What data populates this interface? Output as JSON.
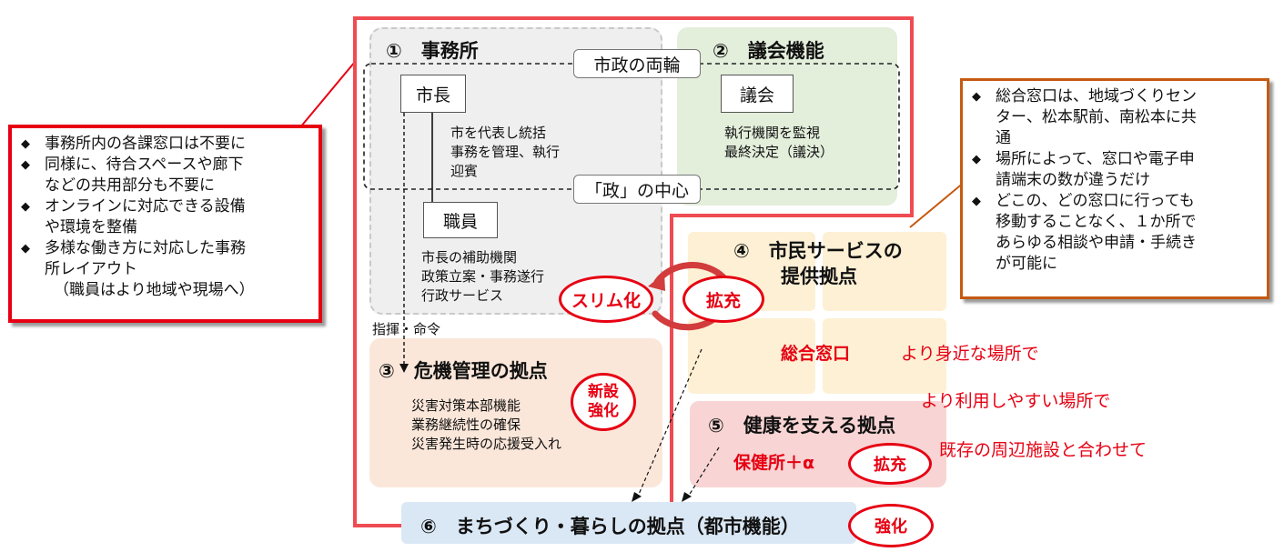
{
  "left_note": {
    "items": [
      {
        "marker": "◆",
        "text": "事務所内の各課窓口は不要に"
      },
      {
        "marker": "◆",
        "text": "同様に、待合スペースや廊下などの共用部分も不要に"
      },
      {
        "marker": "◆",
        "text": "オンラインに対応できる設備や環境を整備"
      },
      {
        "marker": "◆",
        "text": "多様な働き方に対応した事務所レイアウト"
      }
    ],
    "item_lines": [
      [
        "事務所内の各課窓口は不要に"
      ],
      [
        "同様に、待合スペースや廊下",
        "などの共用部分も不要に"
      ],
      [
        "オンラインに対応できる設備",
        "や環境を整備"
      ],
      [
        "多様な働き方に対応した事務",
        "所レイアウト"
      ]
    ],
    "footnote": "（職員はより地域や現場へ）"
  },
  "right_note": {
    "items": [
      {
        "marker": "◆",
        "text": "総合窓口は、地域づくりセンター、松本駅前、南松本に共通"
      },
      {
        "marker": "◆",
        "text": "場所によって、窓口や電子申請端末の数が違うだけ"
      },
      {
        "marker": "◆",
        "text": "どこの、どの窓口に行っても移動することなく、１か所であらゆる相談や申請・手続きが可能に"
      }
    ],
    "item_lines": [
      [
        "総合窓口は、地域づくりセン",
        "ター、松本駅前、南松本に共",
        "通"
      ],
      [
        "場所によって、窓口や電子申",
        "請端末の数が違うだけ"
      ],
      [
        "どこの、どの窓口に行っても",
        "移動することなく、１か所で",
        "あらゆる相談や申請・手続き",
        "が可能に"
      ]
    ]
  },
  "office": {
    "title": "①　事務所",
    "mayor": "市長",
    "mayor_desc": [
      "市を代表し統括",
      "事務を管理、執行",
      "迎賓"
    ],
    "staff": "職員",
    "staff_desc": [
      "市長の補助機関",
      "政策立案・事務遂行",
      "行政サービス"
    ]
  },
  "council": {
    "title": "②　議会機能",
    "box": "議会",
    "desc": [
      "執行機関を監視",
      "最終決定（議決）"
    ]
  },
  "tags": {
    "two_wheels": "市政の両輪",
    "politics_center": "「政」の中心"
  },
  "command": "指揮・命令",
  "crisis": {
    "title": "③　危機管理の拠点",
    "desc": [
      "災害対策本部機能",
      "業務継続性の確保",
      "災害発生時の応援受入れ"
    ],
    "badge": [
      "新設",
      "強化"
    ]
  },
  "slim_badge": "スリム化",
  "expand_badge": "拡充",
  "citizen": {
    "title": [
      "④　市民サービスの",
      "提供拠点"
    ],
    "window": "総合窓口",
    "notes": [
      "より身近な場所で",
      "より利用しやすい場所で",
      "既存の周辺施設と合わせて"
    ]
  },
  "health": {
    "title": "⑤　健康を支える拠点",
    "sub": "保健所＋α",
    "badge": "拡充"
  },
  "town": {
    "title": "⑥　まちづくり・暮らしの拠点（都市機能）",
    "badge": "強化"
  },
  "colors": {
    "accent_red": "#e60012",
    "orange_border": "#c55a11",
    "outline_red": "#ef4b52"
  }
}
